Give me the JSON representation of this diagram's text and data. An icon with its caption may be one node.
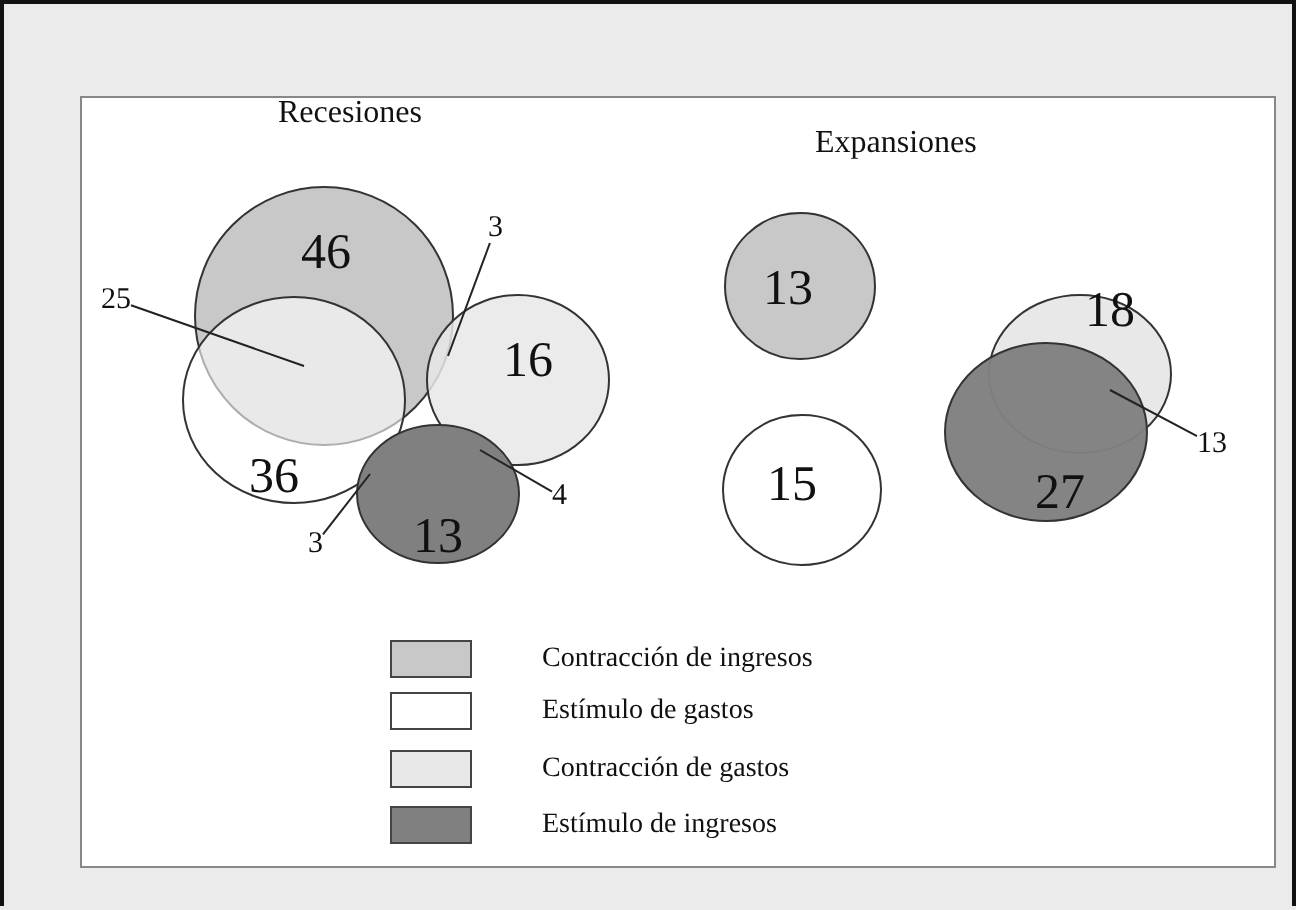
{
  "diagram": {
    "nodes": [
      {
        "text": [
          "46"
        ]
      },
      {
        "text": [
          "36"
        ]
      },
      {
        "text": [
          "16"
        ]
      },
      {
        "text": [
          "13"
        ]
      },
      {
        "text": [
          "25"
        ]
      },
      {
        "text": [
          "3"
        ]
      },
      {
        "text": [
          "4"
        ]
      },
      {
        "text": [
          "3"
        ]
      },
      {
        "text": [
          "13"
        ]
      },
      {
        "text": [
          "15"
        ]
      },
      {
        "text": [
          "18"
        ]
      },
      {
        "text": [
          "27"
        ]
      },
      {
        "text": [
          "13"
        ]
      }
    ],
    "edges": [
      {
        "from": 4,
        "to": 1,
        "arrow": "none"
      },
      {
        "from": 5,
        "to": 2,
        "arrow": "none"
      },
      {
        "from": 6,
        "to": 3,
        "arrow": "none"
      },
      {
        "from": 7,
        "to": 3,
        "arrow": "none"
      },
      {
        "from": 12,
        "to": 10,
        "arrow": "none"
      }
    ],
    "labels": [
      "Recesiones",
      "Expansiones"
    ],
    "legend": [
      {
        "text": "Contracción de ingresos",
        "color": "#c8c8c8"
      },
      {
        "text": "Estímulo de gastos",
        "color": "#ffffff"
      },
      {
        "text": "Contracción de gastos",
        "color": "#e8e8e8"
      },
      {
        "text": "Estímulo de ingresos",
        "color": "#808080"
      }
    ]
  }
}
